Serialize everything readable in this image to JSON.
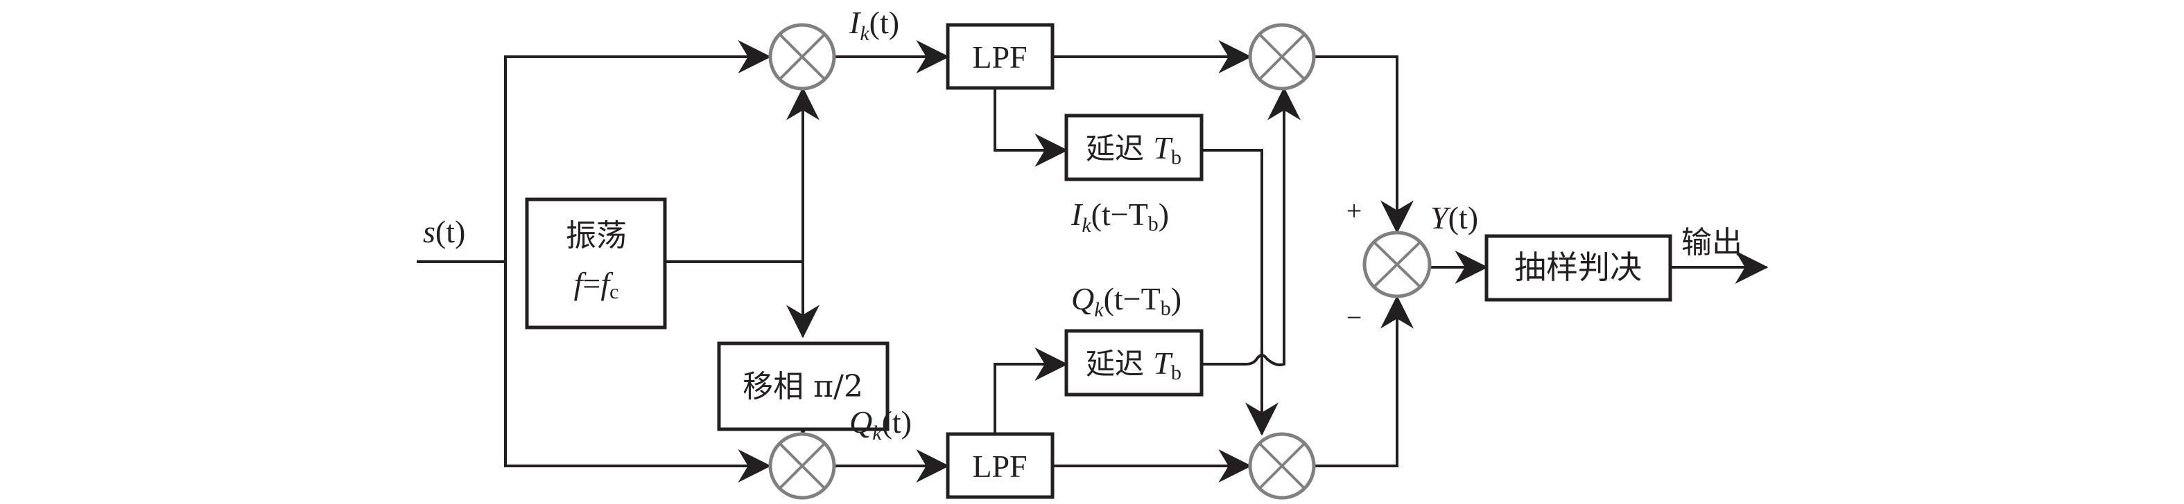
{
  "diagram": {
    "type": "block-diagram",
    "title": "",
    "blocks": {
      "oscillator": {
        "line1": "振荡",
        "line2_f": "f",
        "line2_eq": "=",
        "line2_fc": "f",
        "line2_sub": "c"
      },
      "phase_shift": {
        "label": "移相 π/2"
      },
      "lpf_top": {
        "label": "LPF"
      },
      "lpf_bottom": {
        "label": "LPF"
      },
      "delay_top": {
        "label": "延迟 ",
        "var": "T",
        "sub": "b"
      },
      "delay_bottom": {
        "label": "延迟 ",
        "var": "T",
        "sub": "b"
      },
      "decision": {
        "label": "抽样判决"
      }
    },
    "signals": {
      "input": {
        "main": "s",
        "arg": "(t)"
      },
      "ik": {
        "main": "I",
        "sub": "k",
        "arg": "(t)"
      },
      "qk": {
        "main": "Q",
        "sub": "k",
        "arg": "(t)"
      },
      "ik_delayed": {
        "main": "I",
        "sub": "k",
        "arg": "(t−T",
        "arg_sub": "b",
        "close": ")"
      },
      "qk_delayed": {
        "main": "Q",
        "sub": "k",
        "arg": "(t−T",
        "arg_sub": "b",
        "close": ")"
      },
      "y": {
        "main": "Y",
        "arg": "(t)"
      },
      "output": "输出"
    },
    "signs": {
      "plus": "+",
      "minus": "−"
    },
    "multipliers": [
      "top-left-mixer",
      "bottom-left-mixer",
      "top-right-mixer",
      "bottom-right-mixer",
      "summing-junction"
    ]
  }
}
